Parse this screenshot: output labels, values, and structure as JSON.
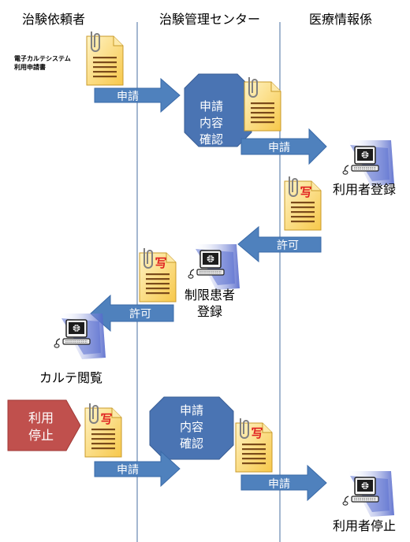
{
  "lanes": {
    "requester": "治験依頼者",
    "center": "治験管理センター",
    "medical": "医療情報係"
  },
  "document_caption": {
    "line1": "電子カルテシステム",
    "line2": "利用申請書"
  },
  "document_stamp": "写",
  "arrows": {
    "apply_1": "申請",
    "apply_2": "申請",
    "permit_1": "許可",
    "permit_2": "許可",
    "apply_3": "申請",
    "apply_4": "申請"
  },
  "review_1": {
    "line1": "申請",
    "line2": "内容",
    "line3": "確認"
  },
  "review_2": {
    "line1": "申請",
    "line2": "内容",
    "line3": "確認"
  },
  "stop_request": {
    "line1": "利用",
    "line2": "停止"
  },
  "labels": {
    "user_registration": "利用者登録",
    "restricted_patient_registration_1": "制限患者",
    "restricted_patient_registration_2": "登録",
    "chart_view": "カルテ閲覧",
    "user_stop": "利用者停止"
  },
  "colors": {
    "arrow_blue": "#4f81bd",
    "hex_blue": "#4a74b3",
    "stop_red": "#c0504d",
    "lane_line": "#4a6fa0",
    "doc_fill": "#fbd56b",
    "stamp_red": "#e02020"
  }
}
